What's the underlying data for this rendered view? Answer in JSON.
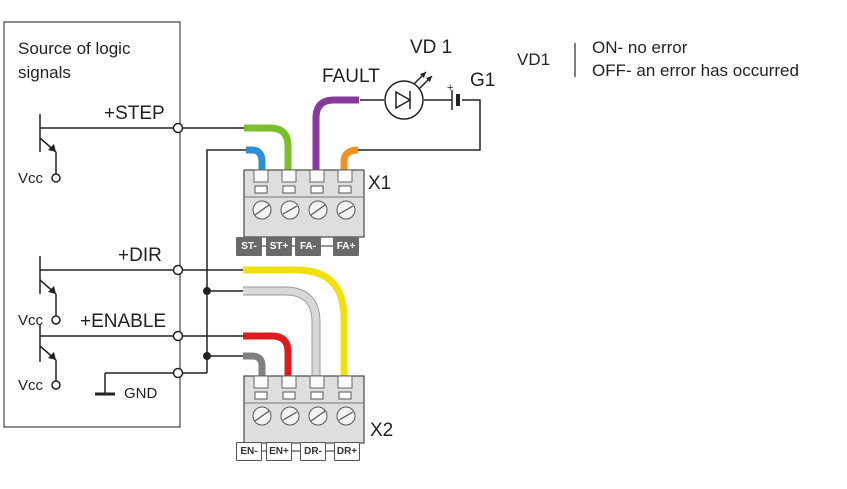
{
  "source_block": {
    "title_line1": "Source of logic",
    "title_line2": "signals"
  },
  "signals": {
    "step": "+STEP",
    "dir": "+DIR",
    "enable": "+ENABLE",
    "gnd": "GND",
    "vcc": "Vcc"
  },
  "fault": {
    "label": "FAULT",
    "led_name": "VD 1",
    "battery_name": "G1",
    "battery_plus": "+"
  },
  "legend": {
    "key": "VD1",
    "separator": "|",
    "on_text": "ON-  no error",
    "off_text": "OFF- an error has occurred"
  },
  "connectors": {
    "x1": {
      "name": "X1",
      "pins": [
        "ST-",
        "ST+",
        "FA-",
        "FA+"
      ]
    },
    "x2": {
      "name": "X2",
      "pins": [
        "EN-",
        "EN+",
        "DR-",
        "DR+"
      ]
    }
  },
  "wire_colors": {
    "st_minus": "#2c8fd6",
    "st_plus": "#7cbf2a",
    "fa_minus": "#8a3a9c",
    "fa_plus": "#f2921e",
    "en_minus": "#808080",
    "en_plus": "#e01b1b",
    "dr_minus": "#d8d8d8",
    "dr_plus": "#f0e010"
  }
}
